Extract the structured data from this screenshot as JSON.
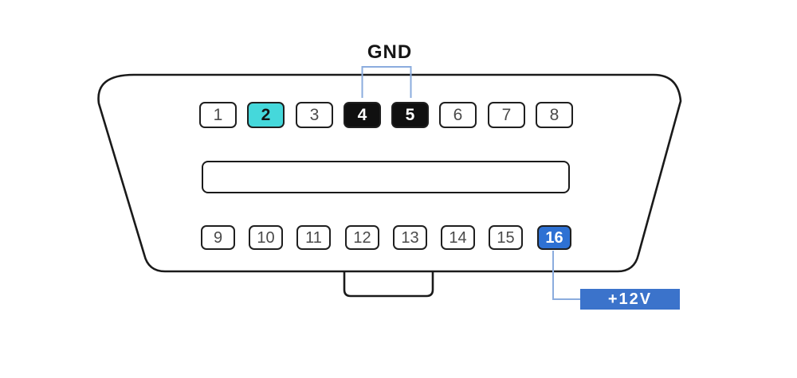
{
  "labels": {
    "gnd": "GND",
    "plus12v": "+12V"
  },
  "colors": {
    "outline": "#1a1a1a",
    "annotation_line": "#8BACDE",
    "pin2_fill": "#45D8DB",
    "gnd_pin_fill": "#101010",
    "pin16_fill": "#2E71D3",
    "v12_label_fill": "#3B73CB"
  },
  "pins": [
    {
      "number": "1"
    },
    {
      "number": "2",
      "fill": "#45D8DB"
    },
    {
      "number": "3"
    },
    {
      "number": "4",
      "fill": "#101010"
    },
    {
      "number": "5",
      "fill": "#101010"
    },
    {
      "number": "6"
    },
    {
      "number": "7"
    },
    {
      "number": "8"
    },
    {
      "number": "9"
    },
    {
      "number": "10"
    },
    {
      "number": "11"
    },
    {
      "number": "12"
    },
    {
      "number": "13"
    },
    {
      "number": "14"
    },
    {
      "number": "15"
    },
    {
      "number": "16",
      "fill": "#2E71D3"
    }
  ]
}
